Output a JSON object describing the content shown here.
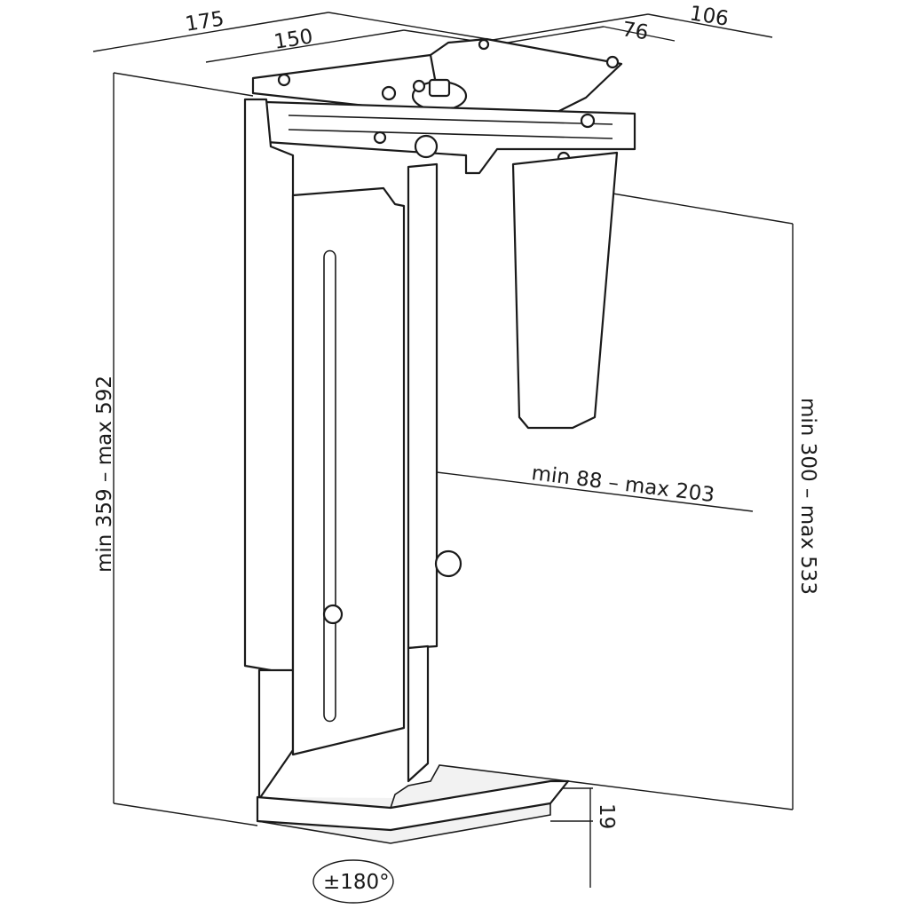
{
  "dimensions": {
    "top_overall_width": "175",
    "top_plate_width": "150",
    "right_overall_width": "106",
    "right_plate_width": "76",
    "overall_height": "min 359 – max 592",
    "inner_height": "min 300 – max 533",
    "inner_width": "min 88 – max 203",
    "base_height": "19",
    "rotation": "±180°"
  }
}
